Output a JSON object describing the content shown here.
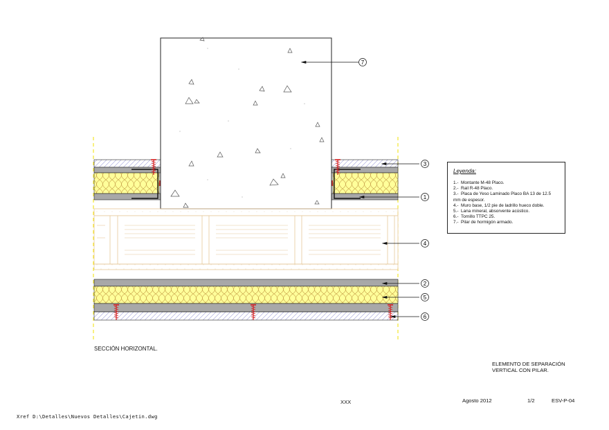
{
  "section_label": "SECCIÓN HORIZONTAL.",
  "callouts": [
    "7",
    "3",
    "1",
    "4",
    "2",
    "5",
    "6"
  ],
  "legend": {
    "title": "Leyenda:",
    "items": [
      {
        "num": "1.-",
        "text": "Montante M-48 Placo."
      },
      {
        "num": "2.-",
        "text": "Rail R-48 Placo."
      },
      {
        "num": "3.-",
        "text": "Placa de Yeso Laminado Placo BA 13 de 12.5 mm de espesor."
      },
      {
        "num": "4.-",
        "text": "Muro base, 1/2 pie de ladrillo hueco doble."
      },
      {
        "num": "5.-",
        "text": "Lana mineral, absorvente acústico."
      },
      {
        "num": "6.-",
        "text": "Tornillo TTPC 25."
      },
      {
        "num": "7.-",
        "text": "Pilar de hormigón armado."
      }
    ]
  },
  "title_block": {
    "line1": "ELEMENTO DE SEPARACIÓN",
    "line2": "VERTICAL CON PILAR.",
    "project": "XXX",
    "date": "Agosto 2012",
    "sheet": "1/2",
    "code": "ESV-P-04"
  },
  "xref": "Xref D:\\Detalles\\Nuevos Detalles\\Cajetin.dwg",
  "colors": {
    "gypsum": "#a8a8a8",
    "wool": "#ffff9a",
    "wool_line": "#c8a14a",
    "brick_line": "#e6c89a",
    "board_hatch": "#3b3bb0",
    "screw": "#d81e1e",
    "guide": "#f2e000"
  }
}
